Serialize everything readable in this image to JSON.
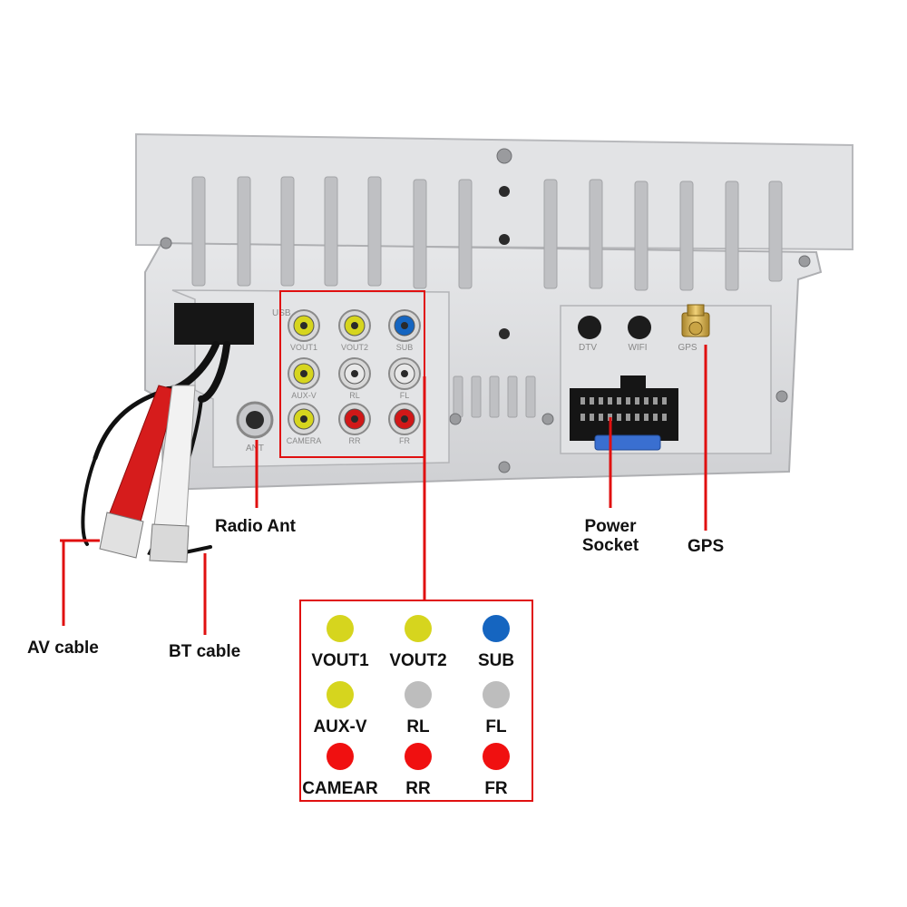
{
  "panel": {
    "port_labels": [
      "VOUT1",
      "VOUT2",
      "SUB",
      "AUX-V",
      "RL",
      "FL",
      "CAMERA",
      "RR",
      "FR"
    ],
    "usb_label": "USB",
    "ant_label": "ANT",
    "dtv_label": "DTV",
    "wifi_label": "WIFI",
    "gps_label": "GPS"
  },
  "callouts": {
    "radio_ant": "Radio Ant",
    "power_socket_line1": "Power",
    "power_socket_line2": "Socket",
    "gps": "GPS",
    "av_cable": "AV cable",
    "bt_cable": "BT cable"
  },
  "legend": {
    "items": [
      {
        "label": "VOUT1",
        "color": "#d6d51e"
      },
      {
        "label": "VOUT2",
        "color": "#d6d51e"
      },
      {
        "label": "SUB",
        "color": "#1565c0"
      },
      {
        "label": "AUX-V",
        "color": "#d6d51e"
      },
      {
        "label": "RL",
        "color": "#bdbdbd"
      },
      {
        "label": "FL",
        "color": "#bdbdbd"
      },
      {
        "label": "CAMEAR",
        "color": "#f01010"
      },
      {
        "label": "RR",
        "color": "#f01010"
      },
      {
        "label": "FR",
        "color": "#f01010"
      }
    ]
  },
  "colors": {
    "accent_red": "#e01010",
    "panel_silver": "#d9dadc",
    "yellow_jack": "#d6d51e",
    "blue_jack": "#1565c0",
    "white_jack": "#e8e8e8",
    "red_jack": "#d01818"
  }
}
